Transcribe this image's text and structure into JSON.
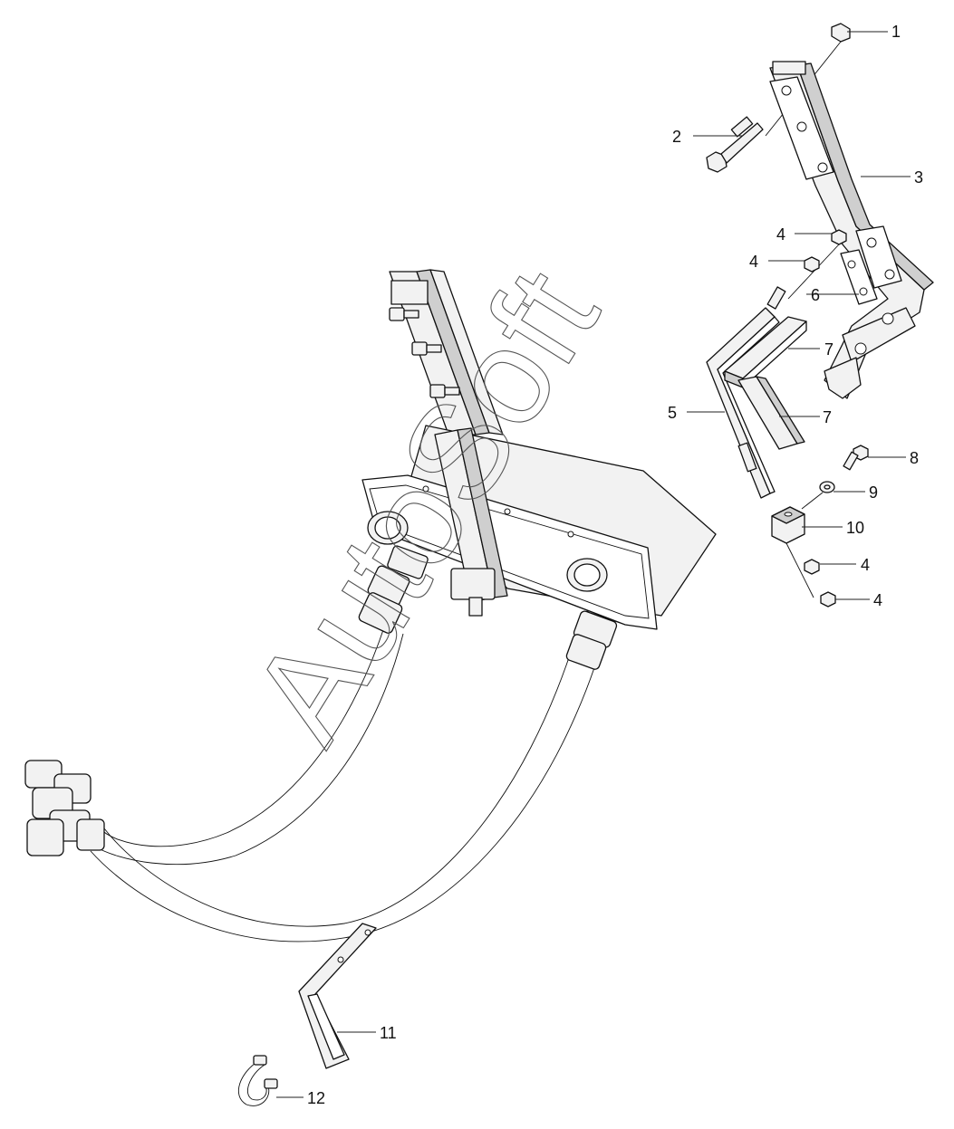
{
  "watermark": "AutoSoft",
  "callouts": [
    {
      "id": "c1",
      "label": "1"
    },
    {
      "id": "c2",
      "label": "2"
    },
    {
      "id": "c3",
      "label": "3"
    },
    {
      "id": "c4a",
      "label": "4"
    },
    {
      "id": "c4b",
      "label": "4"
    },
    {
      "id": "c6",
      "label": "6"
    },
    {
      "id": "c7a",
      "label": "7"
    },
    {
      "id": "c5",
      "label": "5"
    },
    {
      "id": "c7b",
      "label": "7"
    },
    {
      "id": "c8",
      "label": "8"
    },
    {
      "id": "c9",
      "label": "9"
    },
    {
      "id": "c10",
      "label": "10"
    },
    {
      "id": "c4c",
      "label": "4"
    },
    {
      "id": "c4d",
      "label": "4"
    },
    {
      "id": "c11",
      "label": "11"
    },
    {
      "id": "c12",
      "label": "12"
    }
  ]
}
